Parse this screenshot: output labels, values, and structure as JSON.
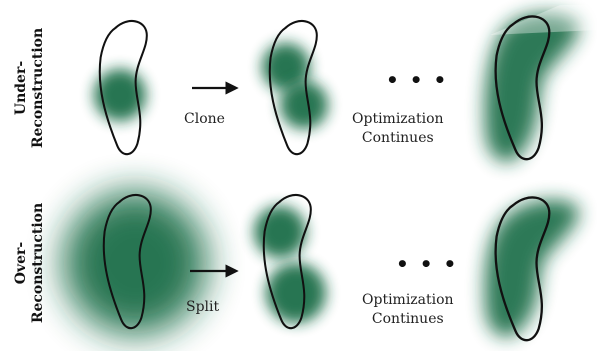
{
  "rows": [
    {
      "label_line1": "Under-",
      "label_line2": "Reconstruction",
      "operation": "Clone",
      "continues_line1": "Optimization",
      "continues_line2": "Continues"
    },
    {
      "label_line1": "Over-",
      "label_line2": "Reconstruction",
      "operation": "Split",
      "continues_line1": "Optimization",
      "continues_line2": "Continues"
    }
  ],
  "ellipsis": "• • •",
  "colors": {
    "gaussian": "#1e6e4a",
    "outline": "#111111",
    "background": "#ffffff"
  }
}
